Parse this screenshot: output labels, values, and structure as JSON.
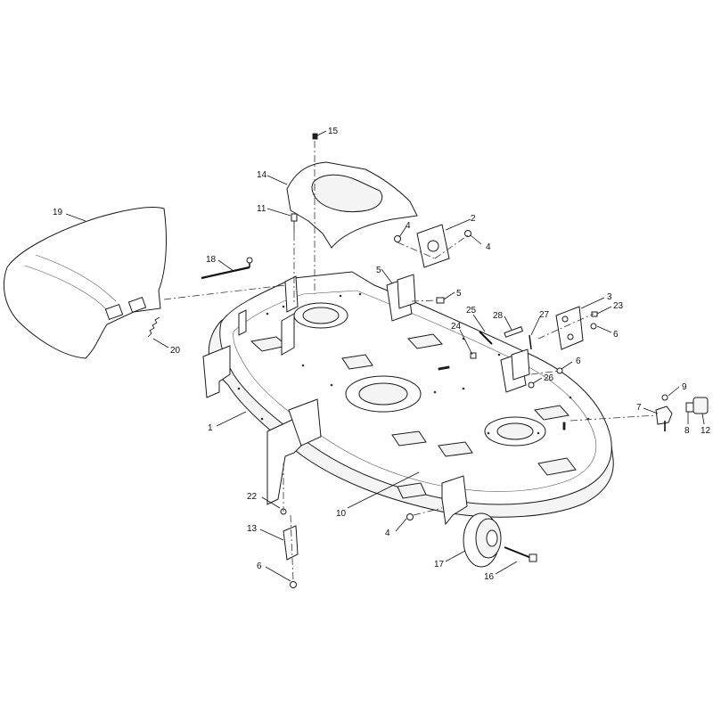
{
  "callouts": [
    {
      "id": "c15",
      "text": "15"
    },
    {
      "id": "c14",
      "text": "14"
    },
    {
      "id": "c11",
      "text": "11"
    },
    {
      "id": "c19",
      "text": "19"
    },
    {
      "id": "c2",
      "text": "2"
    },
    {
      "id": "c4a",
      "text": "4"
    },
    {
      "id": "c4b",
      "text": "4"
    },
    {
      "id": "c18",
      "text": "18"
    },
    {
      "id": "c5a",
      "text": "5"
    },
    {
      "id": "c5b",
      "text": "5"
    },
    {
      "id": "c3",
      "text": "3"
    },
    {
      "id": "c23",
      "text": "23"
    },
    {
      "id": "c6a",
      "text": "6"
    },
    {
      "id": "c25",
      "text": "25"
    },
    {
      "id": "c28",
      "text": "28"
    },
    {
      "id": "c27",
      "text": "27"
    },
    {
      "id": "c24",
      "text": "24"
    },
    {
      "id": "c6b",
      "text": "6"
    },
    {
      "id": "c26",
      "text": "26"
    },
    {
      "id": "c20",
      "text": "20"
    },
    {
      "id": "c9",
      "text": "9"
    },
    {
      "id": "c7",
      "text": "7"
    },
    {
      "id": "c8",
      "text": "8"
    },
    {
      "id": "c12",
      "text": "12"
    },
    {
      "id": "c1",
      "text": "1"
    },
    {
      "id": "c22",
      "text": "22"
    },
    {
      "id": "c10",
      "text": "10"
    },
    {
      "id": "c13",
      "text": "13"
    },
    {
      "id": "c4c",
      "text": "4"
    },
    {
      "id": "c17",
      "text": "17"
    },
    {
      "id": "c16",
      "text": "16"
    },
    {
      "id": "c6c",
      "text": "6"
    }
  ]
}
